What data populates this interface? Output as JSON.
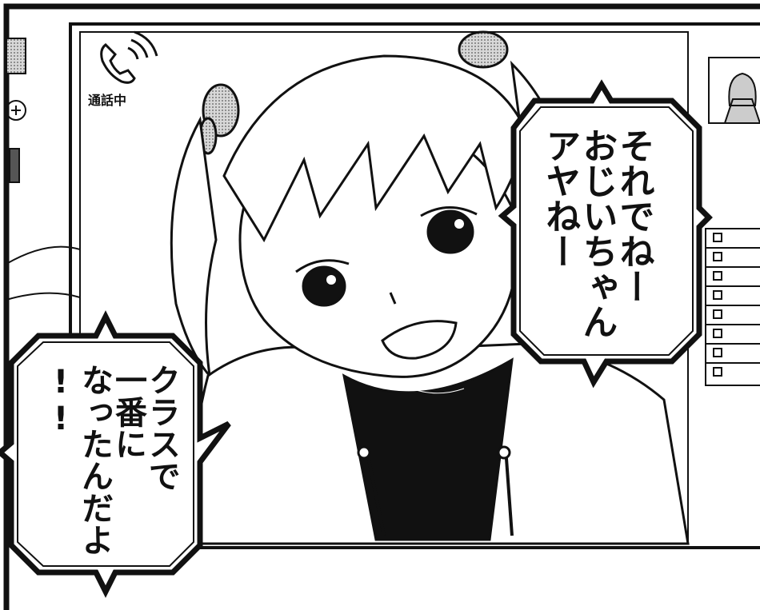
{
  "call_status": {
    "icon": "phone-calling-icon",
    "label": "通話中"
  },
  "speech_bubbles": [
    {
      "id": "right",
      "lines": [
        "それでねー",
        "おじいちゃん",
        "アヤねー"
      ],
      "text": "それでねー\nおじいちゃん\nアヤねー"
    },
    {
      "id": "left",
      "lines": [
        "クラスで",
        "一番に",
        "なったんだよ",
        "!!"
      ],
      "text": "クラスで\n一番に\nなったんだよ\n!!"
    }
  ],
  "colors": {
    "ink": "#111111",
    "paper": "#ffffff",
    "screentone": "#b8b8b8"
  }
}
